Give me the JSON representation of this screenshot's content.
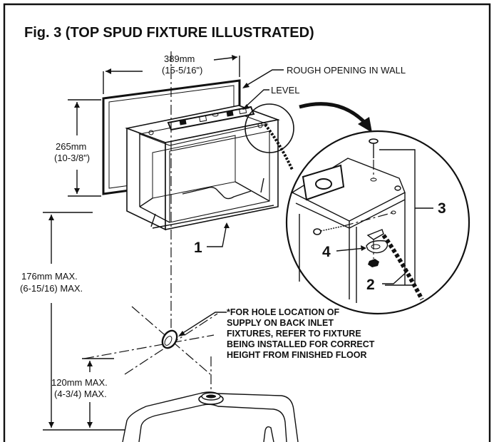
{
  "figure": {
    "title": "Fig. 3 (TOP SPUD FIXTURE ILLUSTRATED)"
  },
  "dimensions": {
    "width_mm": "389mm",
    "width_in": "(15-5/16\")",
    "height_mm": "265mm",
    "height_in": "(10-3/8\")",
    "max_height_mm": "176mm MAX.",
    "max_height_in": "(6-15/16) MAX.",
    "min_height_mm": "120mm MAX.",
    "min_height_in": "(4-3/4) MAX."
  },
  "callouts": {
    "rough_opening": "ROUGH OPENING IN WALL",
    "level": "LEVEL",
    "note_line1": "*FOR HOLE LOCATION OF",
    "note_line2": "SUPPLY ON BACK INLET",
    "note_line3": "FIXTURES, REFER TO FIXTURE",
    "note_line4": "BEING INSTALLED FOR CORRECT",
    "note_line5": "HEIGHT FROM FINISHED FLOOR"
  },
  "part_numbers": {
    "p1": "1",
    "p2": "2",
    "p3": "3",
    "p4": "4"
  }
}
